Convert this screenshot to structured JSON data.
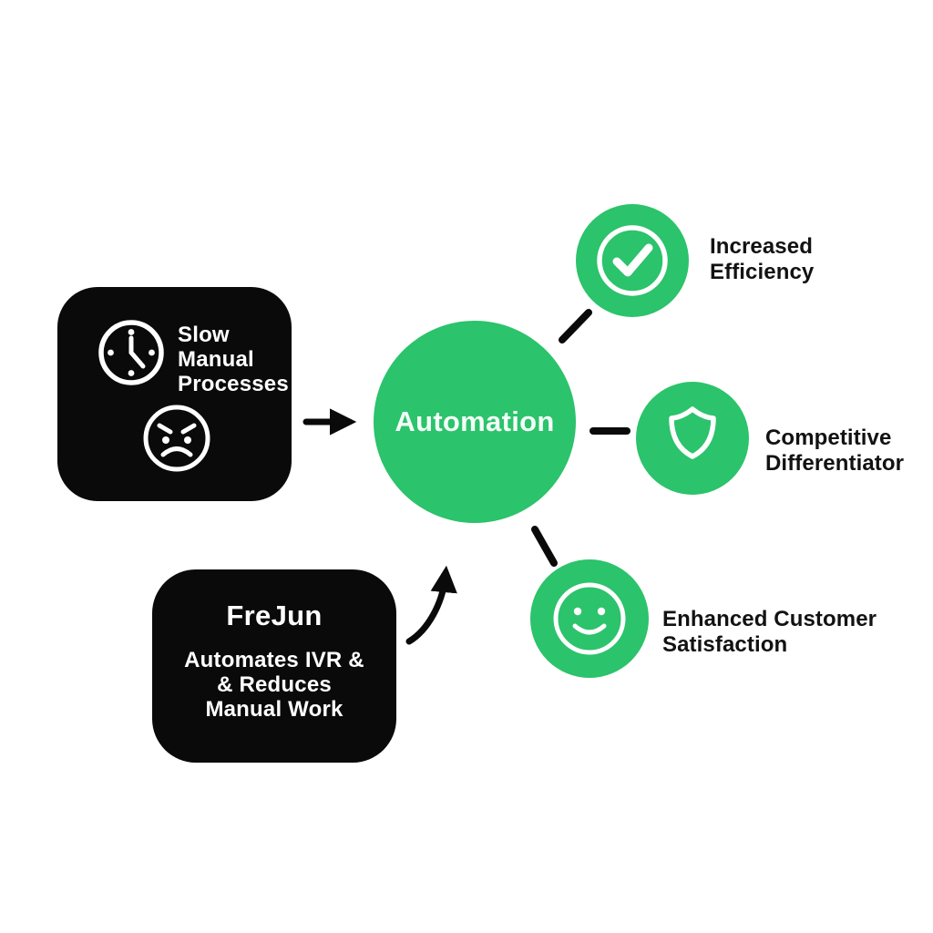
{
  "colors": {
    "green": "#2BC36B",
    "box_black": "#0A0A0A",
    "label_text": "#121212",
    "circle_text": "#F4FEF8"
  },
  "problem_box": {
    "icons": [
      "clock-icon",
      "angry-face-icon"
    ],
    "lines": [
      "Slow",
      "Manual",
      "Processes"
    ]
  },
  "center_node": {
    "label": "Automation"
  },
  "benefits": [
    {
      "icon": "check-circle-icon",
      "line1": "Increased",
      "line2": "Efficiency"
    },
    {
      "icon": "shield-icon",
      "line1": "Competitive",
      "line2": "Differentiator"
    },
    {
      "icon": "smiley-face-icon",
      "line1": "Enhanced Customer",
      "line2": "Satisfaction"
    }
  ],
  "solution_box": {
    "title": "FreJun",
    "lines": [
      "Automates IVR &",
      "& Reduces",
      "Manual Work"
    ]
  },
  "connectors": {
    "main_arrow": "arrow-right",
    "solution_arrow": "curved-arrow-up",
    "segment_count": 3
  }
}
